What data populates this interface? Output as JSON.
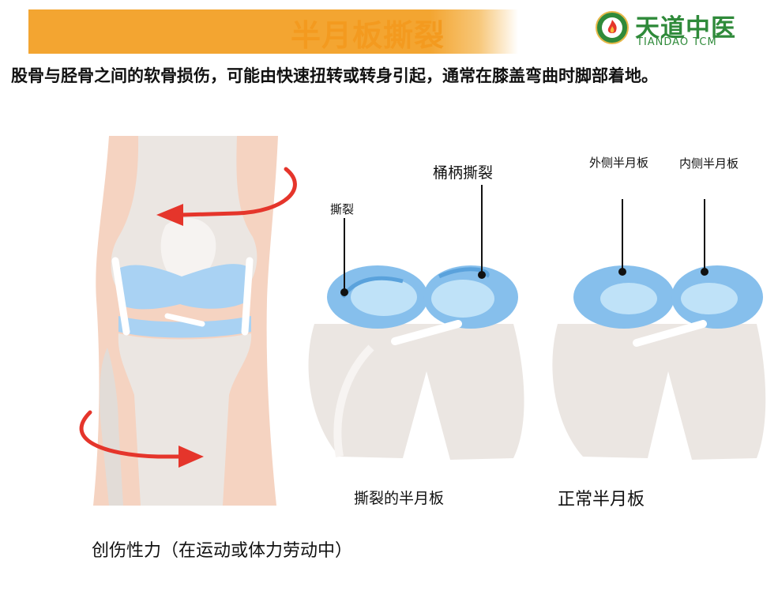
{
  "header": {
    "title": "半月板撕裂",
    "logo_cn": "天道中医",
    "logo_en": "TIANDAO TCM",
    "colors": {
      "banner": "#f3a531",
      "title": "#f39a1f",
      "logo": "#2f8a3a"
    }
  },
  "description": "股骨与胫骨之间的软骨损伤，可能由快速扭转或转身引起，通常在膝盖弯曲时脚部着地。",
  "labels": {
    "tear": "撕裂",
    "bucket_handle_tear": "桶柄撕裂",
    "lateral_meniscus": "外侧半月板",
    "medial_meniscus": "内侧半月板",
    "torn_meniscus_caption": "撕裂的半月板",
    "normal_meniscus_caption": "正常半月板",
    "trauma_caption": "创伤性力（在运动或体力劳动中）"
  },
  "colors": {
    "arrow": "#e5352b",
    "meniscus": "#8ec6ee",
    "bone": "#ece9e6",
    "skin": "#f5d0bd"
  }
}
